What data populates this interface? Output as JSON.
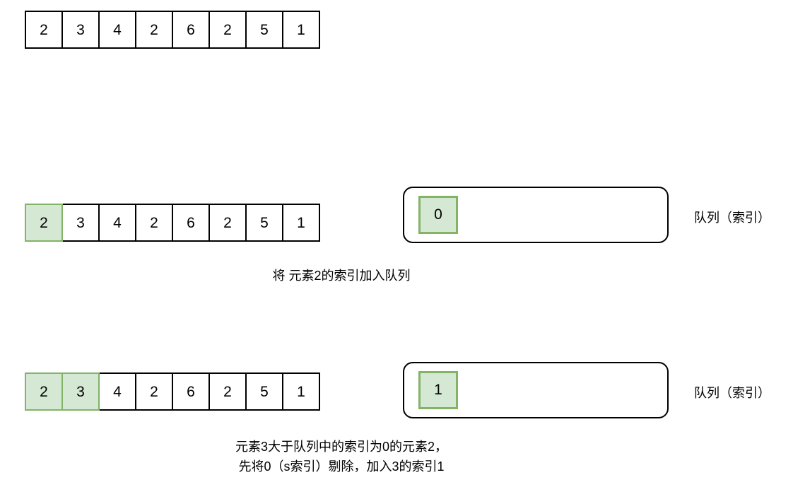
{
  "diagram": {
    "title": "Monotonic queue sliding window illustration",
    "colors": {
      "highlight_fill": "#d5e8d4",
      "highlight_border": "#82b366",
      "stroke": "#000000",
      "background": "#ffffff"
    }
  },
  "rows": [
    {
      "id": "row-initial",
      "array": {
        "values": [
          "2",
          "3",
          "4",
          "2",
          "6",
          "2",
          "5",
          "1"
        ],
        "highlighted": [
          false,
          false,
          false,
          false,
          false,
          false,
          false,
          false
        ]
      },
      "queue": null,
      "queue_label": null,
      "caption": null
    },
    {
      "id": "row-step-1",
      "array": {
        "values": [
          "2",
          "3",
          "4",
          "2",
          "6",
          "2",
          "5",
          "1"
        ],
        "highlighted": [
          true,
          false,
          false,
          false,
          false,
          false,
          false,
          false
        ]
      },
      "queue": {
        "items": [
          "0"
        ]
      },
      "queue_label": "队列（索引）",
      "caption": [
        "将 元素2的索引加入队列"
      ]
    },
    {
      "id": "row-step-2",
      "array": {
        "values": [
          "2",
          "3",
          "4",
          "2",
          "6",
          "2",
          "5",
          "1"
        ],
        "highlighted": [
          true,
          true,
          false,
          false,
          false,
          false,
          false,
          false
        ]
      },
      "queue": {
        "items": [
          "1"
        ]
      },
      "queue_label": "队列（索引）",
      "caption": [
        "元素3大于队列中的索引为0的元素2，",
        "先将0（s索引）剔除，加入3的索引1"
      ]
    }
  ]
}
